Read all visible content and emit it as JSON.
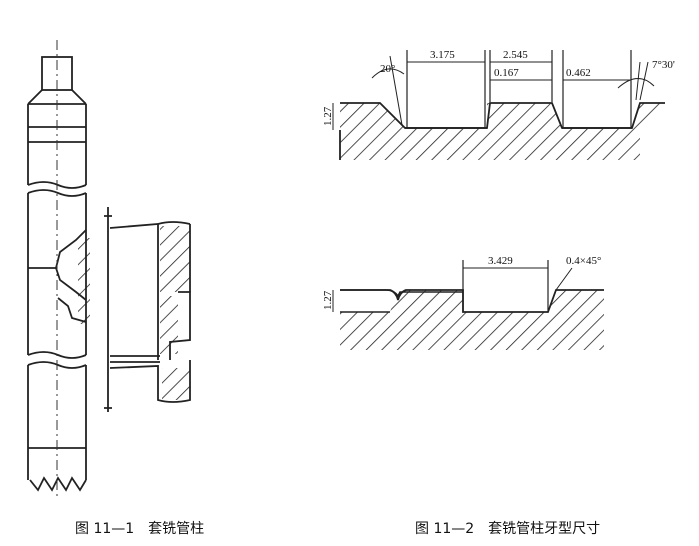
{
  "figure1": {
    "caption": "图 11—1　套铣管柱"
  },
  "figure2": {
    "caption": "图 11—2　套铣管柱牙型尺寸",
    "top_profile": {
      "flank_angle": "20°",
      "crest_width": "3.175",
      "root_width": "2.545",
      "offset_a": "0.167",
      "offset_b": "0.462",
      "taper_angle": "7°30'",
      "thread_height": "1.27"
    },
    "bottom_profile": {
      "groove_width": "3.429",
      "chamfer": "0.4×45°",
      "thread_height": "1.27"
    }
  }
}
